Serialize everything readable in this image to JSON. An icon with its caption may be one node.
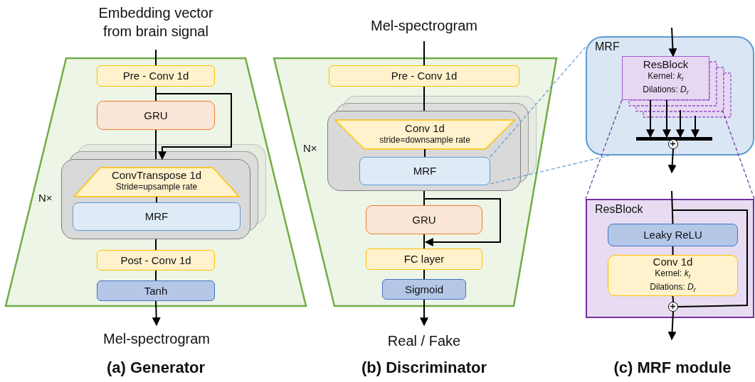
{
  "diagram": {
    "nodes": [
      {
        "text": [
          "Embedding vector from brain signal"
        ]
      },
      {
        "text": [],
        "shape": "trapezoid"
      },
      {
        "text": [
          "Pre - Conv 1d"
        ],
        "in": 1
      },
      {
        "text": [
          "GRU"
        ],
        "in": 1
      },
      {
        "text": [],
        "shape": "box",
        "in": 1,
        "beside": [
          "N×"
        ]
      },
      {
        "text": [
          "ConvTranspose 1d",
          "Stride=upsample rate"
        ],
        "in": 4
      },
      {
        "text": [
          "MRF"
        ],
        "in": 4
      },
      {
        "text": [
          "Post - Conv 1d"
        ],
        "in": 1
      },
      {
        "text": [
          "Tanh"
        ],
        "in": 1
      },
      {
        "text": [
          "Mel-spectrogram"
        ]
      },
      {
        "text": [
          "Mel-spectrogram"
        ]
      },
      {
        "text": [],
        "shape": "trapezoid"
      },
      {
        "text": [
          "Pre - Conv 1d"
        ],
        "in": 11
      },
      {
        "text": [],
        "shape": "box",
        "in": 11,
        "beside": [
          "N×"
        ]
      },
      {
        "text": [
          "Conv 1d",
          "stride=downsample rate"
        ],
        "in": 13
      },
      {
        "text": [
          "MRF"
        ],
        "in": 13
      },
      {
        "text": [
          "GRU"
        ],
        "in": 11
      },
      {
        "text": [
          "FC layer"
        ],
        "in": 11
      },
      {
        "text": [
          "Sigmoid"
        ],
        "in": 11
      },
      {
        "text": [
          "Real / Fake"
        ]
      },
      {
        "text": [
          "MRF"
        ]
      },
      {
        "text": [
          "ResBlock",
          "Kernel: *k*$_{r}$",
          "Dilations: *D*$_{r}$"
        ],
        "in": 20
      },
      {
        "text": [],
        "shape": "bar",
        "in": 20
      },
      {
        "text": [],
        "shape": "circle",
        "in": 20
      },
      {
        "text": [
          "ResBlock"
        ]
      },
      {
        "text": [
          "Leaky ReLU"
        ],
        "in": 24
      },
      {
        "text": [
          "Conv 1d",
          "Kernel: *k*$_{r}$",
          "Dilations: *D*$_{r}$"
        ],
        "in": 24
      },
      {
        "text": [],
        "shape": "circle",
        "in": 24
      }
    ],
    "edges": [
      {
        "from": 0,
        "to": 2,
        "arrow": "none"
      },
      {
        "from": 2,
        "to": 3,
        "arrow": "none"
      },
      {
        "from": 3,
        "to": 4,
        "arrow": "none"
      },
      {
        "from": 2,
        "to": 4,
        "arrow": "to"
      },
      {
        "from": 5,
        "to": 6,
        "arrow": "none"
      },
      {
        "from": 4,
        "to": 7,
        "arrow": "none"
      },
      {
        "from": 7,
        "to": 8,
        "arrow": "none"
      },
      {
        "from": 8,
        "to": 9,
        "arrow": "to"
      },
      {
        "from": 10,
        "to": 12,
        "arrow": "none"
      },
      {
        "from": 12,
        "to": 13,
        "arrow": "none"
      },
      {
        "from": 14,
        "to": 15,
        "arrow": "none"
      },
      {
        "from": 13,
        "to": 16,
        "arrow": "none"
      },
      {
        "from": 13,
        "to": 17,
        "arrow": "to"
      },
      {
        "from": 16,
        "to": 17,
        "arrow": "none"
      },
      {
        "from": 17,
        "to": 18,
        "arrow": "none"
      },
      {
        "from": 18,
        "to": 19,
        "arrow": "to"
      },
      {
        "from": 15,
        "to": 20,
        "arrow": "none",
        "style": "dashed",
        "color": "#5b9bd5"
      },
      {
        "from": 15,
        "to": 20,
        "arrow": "none",
        "style": "dashed",
        "color": "#5b9bd5"
      },
      {
        "from": null,
        "to": 21,
        "arrow": "to"
      },
      {
        "from": 21,
        "to": 22,
        "arrow": "to"
      },
      {
        "from": 21,
        "to": 22,
        "arrow": "to"
      },
      {
        "from": null,
        "to": 22,
        "arrow": "to"
      },
      {
        "from": null,
        "to": 22,
        "arrow": "to"
      },
      {
        "from": 23,
        "to": null,
        "arrow": "to"
      },
      {
        "from": 21,
        "to": 24,
        "arrow": "none",
        "style": "dashed",
        "color": "#7030a0"
      },
      {
        "from": null,
        "to": 24,
        "arrow": "none",
        "style": "dashed",
        "color": "#7030a0"
      },
      {
        "from": null,
        "to": 25,
        "arrow": "none"
      },
      {
        "from": 25,
        "to": 26,
        "arrow": "none"
      },
      {
        "from": 26,
        "to": 27,
        "arrow": "none"
      },
      {
        "from": null,
        "to": 27,
        "arrow": "none"
      },
      {
        "from": 27,
        "to": null,
        "arrow": "to"
      }
    ],
    "labels": [
      "(a) Generator",
      "(b) Discriminator",
      "(c) MRF module"
    ]
  }
}
